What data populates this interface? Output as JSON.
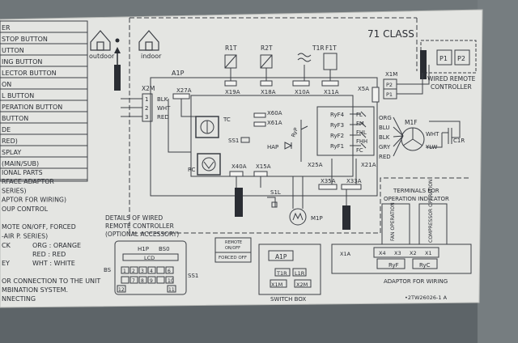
{
  "legend_list": {
    "rows": [
      "ER",
      "STOP BUTTON",
      "UTTON",
      "ING BUTTON",
      "LECTOR BUTTON",
      "ON",
      "L BUTTON",
      "PERATION BUTTON",
      "BUTTON",
      "DE",
      "RED)",
      "SPLAY",
      "(MAIN/SUB)",
      ""
    ],
    "section2": [
      "IONAL PARTS",
      "RFACE ADAPTOR",
      "SERIES)",
      "APTOR FOR WIRING)",
      "OUP CONTROL",
      "",
      "MOTE ON/OFF, FORCED",
      "-AIR P. SERIES)"
    ]
  },
  "colors_key": {
    "left": [
      "CK",
      "",
      "EY"
    ],
    "right": [
      "ORG : ORANGE",
      "RED : RED",
      "WHT : WHITE"
    ]
  },
  "bottom_left_notes": [
    "OR CONNECTION TO THE UNIT",
    "MBINATION SYSTEM.",
    "NNECTING"
  ],
  "header": {
    "class_label": "71 CLASS"
  },
  "wired_remote": {
    "label_line1": "WIRED REMOTE",
    "label_line2": "CONTROLLER",
    "p1": "P1",
    "p2": "P2"
  },
  "icons": {
    "outdoor_label": "outdoor",
    "indoor_label": "indoor"
  },
  "board": {
    "name": "A1P",
    "x2m": "X2M",
    "terminals": [
      "1",
      "2",
      "3"
    ],
    "wire_colors": [
      "BLK",
      "WHT",
      "RED"
    ],
    "connectors": [
      "X27A",
      "X19A",
      "X18A",
      "X10A",
      "X11A",
      "X5A",
      "X60A",
      "X61A",
      "X40A",
      "X15A",
      "X25A",
      "X35A",
      "X33A",
      "X21A",
      "X1M"
    ],
    "components": [
      "R1T",
      "R2T",
      "T1R",
      "F1T",
      "TC",
      "RC",
      "SS1",
      "HAP",
      "S1L",
      "M1P",
      "M1F",
      "C1R",
      "RyF4",
      "RyF3",
      "RyF2",
      "RyF1",
      "RyP"
    ],
    "fan_labels": [
      "FL",
      "FM",
      "FHL",
      "FHH",
      "FC"
    ],
    "fan_colors": [
      "ORG",
      "BLU",
      "BLK",
      "GRY",
      "RED"
    ],
    "motor_colors": [
      "WHT",
      "YLW"
    ]
  },
  "details_box": {
    "title_lines": [
      "DETAILS OF WIRED",
      "REMOTE CONTROLLER",
      "(OPTIONAL ACCESSORY)"
    ],
    "h1p": "H1P",
    "bs0": "BS0",
    "lcd": "LCD",
    "bs_label": "BS",
    "buttons_top": [
      "1",
      "2",
      "3",
      "4",
      "",
      "6"
    ],
    "buttons_bottom": [
      "",
      "7",
      "8",
      "9",
      "",
      "10"
    ],
    "ss1": "SS1",
    "corner_left": "12",
    "corner_right": "11"
  },
  "remote_onoff": {
    "lines": [
      "REMOTE",
      "ON/OFF",
      "FORCED OFF"
    ]
  },
  "switch_box": {
    "a1p": "A1P",
    "t1r": "T1R",
    "l1r": "L1R",
    "x1m": "X1M",
    "x2m": "X2M",
    "label": "SWITCH BOX"
  },
  "operation_terminals": {
    "title_lines": [
      "TERMINALS FOR",
      "OPERATION INDICATOR"
    ],
    "fan_label": "FAN OPERATION",
    "comp_label": "COMPRESSOR OPERATION",
    "terminals": [
      "X4",
      "X3",
      "X2",
      "X1"
    ],
    "relays": [
      "RyF",
      "RyC"
    ],
    "x1a": "X1A",
    "footer": "ADAPTOR FOR WIRING"
  },
  "part_number": "•2TW26026-1 A"
}
